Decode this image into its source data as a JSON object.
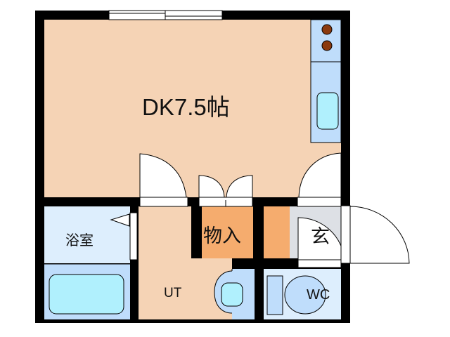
{
  "floorplan": {
    "rooms": {
      "dk": {
        "label": "DK7.5帖",
        "color": "#F5D3B5"
      },
      "bathroom": {
        "label": "浴室",
        "color": "#DDEEFD"
      },
      "utility": {
        "label": "UT",
        "color": "#F5D3B5"
      },
      "storage": {
        "label": "物入",
        "color": "#F5AC6E"
      },
      "entrance": {
        "label": "玄",
        "color": "#DDE0E5"
      },
      "toilet": {
        "label": "WC",
        "color": "#DDEEFD"
      }
    },
    "colors": {
      "wall": "#000000",
      "fixture_blue": "#BFDDFB",
      "fixture_cyan": "#B0F0FD",
      "stove_burner": "#8B3A0E",
      "door": "#FFFFFF"
    }
  }
}
